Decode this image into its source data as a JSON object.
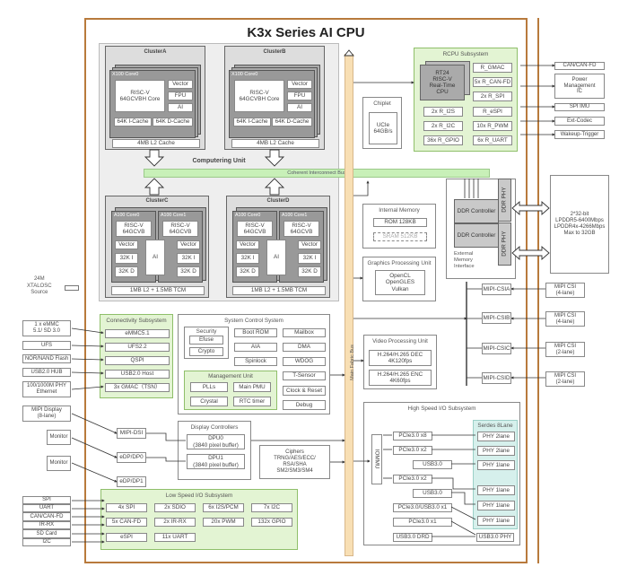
{
  "title": "K3x Series AI CPU",
  "computing_unit": {
    "label": "Computering Unit",
    "coherent_bus": "Coherent Interconnect Bus",
    "clusters_x100": [
      {
        "name": "ClusterA",
        "core": "X100 Core0",
        "riscv": "RISC-V\n64GCVBH Core",
        "vector": "Vector",
        "fpu": "FPU",
        "ai": "AI",
        "icache": "64K I-Cache",
        "dcache": "64K D-Cache",
        "l2": "4MB L2 Cache"
      },
      {
        "name": "ClusterB",
        "core": "X100 Core0",
        "riscv": "RISC-V\n64GCVBH Core",
        "vector": "Vector",
        "fpu": "FPU",
        "ai": "AI",
        "icache": "64K I-Cache",
        "dcache": "64K D-Cache",
        "l2": "4MB L2 Cache"
      }
    ],
    "clusters_a100": [
      {
        "name": "ClusterC",
        "core0": "A100 Core0",
        "core1": "A100 Core1",
        "riscv": "RISC-V\n64GCVB",
        "vector": "Vector",
        "i": "32K I",
        "d": "32K D",
        "ai": "AI",
        "l2": "1MB L2 + 1.5MB TCM"
      },
      {
        "name": "ClusterD",
        "core0": "A100 Core0",
        "core1": "A100 Core1",
        "riscv": "RISC-V\n64GCVB",
        "vector": "Vector",
        "i": "32K I",
        "d": "32K D",
        "ai": "AI",
        "l2": "1MB L2 + 1.5MB TCM"
      }
    ]
  },
  "main_bus": "Main Fabric Bus",
  "chiplet": {
    "title": "Chiplet",
    "ucie": "UCIe\n64GB/s"
  },
  "rcpu": {
    "title": "RCPU Subsystem",
    "cpu": "RT24\nRISC-V\nReal-Time\nCPU",
    "items": [
      "R_GMAC",
      "5x R_CAN-FD",
      "2x R_SPI",
      "2x R_I2S",
      "R_eSPI",
      "2x R_I2C",
      "10x R_PWM",
      "36x R_GPIO",
      "6x R_UART"
    ]
  },
  "rcpu_external": [
    "CAN/CAN-FD",
    "Power\nManagement\nIC",
    "SPI IMU",
    "Ext-Codec",
    "Wakeup-Trigger"
  ],
  "internal_memory": {
    "title": "Internal Memory",
    "rom": "ROM 128KB",
    "sram": "SRAM 512KB"
  },
  "ddr": {
    "controller": "DDR Controller",
    "phy": "DDR PHY",
    "label": "External\nMemory\nInterface"
  },
  "ddr_external": "2*32-bit\nLPDDR5-6400Mbps\nLPDDR4x-4266Mbps\nMax to 32GB",
  "gpu": {
    "title": "Graphics Processing Unit",
    "apis": "OpenCL\nOpenGLES\nVulkan"
  },
  "vpu": {
    "title": "Video Processing Unit",
    "dec": "H.264/H.265 DEC\n4K120fps",
    "enc": "H.264/H.265 ENC\n4K60fps"
  },
  "mipi_csi": [
    {
      "name": "MIPI-CSIA",
      "ext": "MIPI CSI\n(4-lane)"
    },
    {
      "name": "MIPI-CSIB",
      "ext": "MIPI CSI\n(4-lane)"
    },
    {
      "name": "MIPI-CSIC",
      "ext": "MIPI CSI\n(2-lane)"
    },
    {
      "name": "MIPI-CSID",
      "ext": "MIPI CSI\n(2-lane)"
    }
  ],
  "xtal": "24M\nXTALOSC\nSource",
  "connectivity": {
    "title": "Connectivity Subsystem",
    "items": [
      "eMMC5.1",
      "UFS2.2",
      "QSPI",
      "USB2.0 Host",
      "3x GMAC（TSN）"
    ],
    "external": [
      "1 x eMMC\n5.1/ SD 3.0",
      "UFS",
      "NOR/NAND Flash",
      "USB2.0 HUB",
      "100/1000M PHY\nEthernet"
    ]
  },
  "system_control": {
    "title": "System Control System",
    "security": {
      "title": "Security",
      "items": [
        "Efuse",
        "Crypto"
      ]
    },
    "middle": [
      "Boot ROM",
      "AIA",
      "Spinlock"
    ],
    "right": [
      "Mailbox",
      "DMA",
      "WDOG",
      "T-Sensor",
      "Clock & Reset",
      "Debug"
    ],
    "management": {
      "title": "Management Unit",
      "items": [
        "PLLs",
        "Main PMU",
        "Crystal",
        "RTC timer"
      ]
    }
  },
  "display": {
    "title": "Display Controllers",
    "dpu0": "DPU0\n(3840 pixel buffer)",
    "dpu1": "DPU1\n(3840 pixel buffer)",
    "interfaces": [
      "MIPI-DSI",
      "eDP/DP0",
      "eDP/DP1"
    ],
    "external": [
      "MIPI Display\n(8-lane)",
      "Monitor",
      "Monitor"
    ]
  },
  "ciphers": "Ciphers\nTRNG/AES/ECC/\nRSA/SHA\nSM2/SM3/SM4",
  "high_speed_io": {
    "title": "High Speed I/O Subsystem",
    "iommu": "IOMMU",
    "controllers": [
      "PCIe3.0 x8",
      "PCIe3.0 x2",
      "USB3.0",
      "PCIe3.0 x2",
      "USB3.0",
      "PCIe3.0/USB3.0 x1",
      "PCIe3.0 x1"
    ],
    "serdes_title": "Serdes 8Lane",
    "phys": [
      "PHY 2lane",
      "PHY 2lane",
      "PHY 1lane",
      "PHY 1lane",
      "PHY 1lane",
      "PHY 1lane"
    ],
    "usb_drd": "USB3.0 DRD",
    "usb_phy": "USB3.0 PHY"
  },
  "low_speed_io": {
    "title": "Low Speed I/O Subsystem",
    "items": [
      "4x SPI",
      "2x SDIO",
      "6x I2S/PCM",
      "7x I2C",
      "5x CAN-FD",
      "2x IR-RX",
      "20x PWM",
      "132x GPIO",
      "eSPI",
      "11x UART"
    ],
    "external": [
      "SPI",
      "UART",
      "CAN/CAN-FD",
      "IR-RX",
      "SD Card",
      "I2C"
    ]
  }
}
